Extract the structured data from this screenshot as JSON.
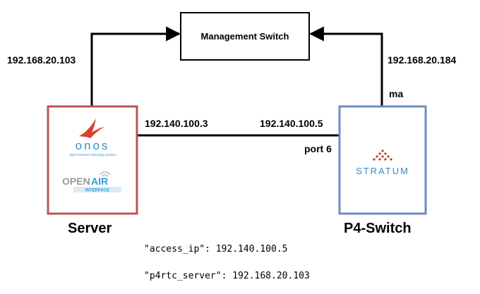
{
  "management_switch": {
    "label": "Management Switch"
  },
  "server": {
    "label": "Server",
    "mgmt_ip": "192.168.20.103",
    "data_ip": "192.140.100.3",
    "logos": {
      "onos": {
        "text": "onos",
        "subtext": "Open Network Operating System"
      },
      "openair": {
        "text_open": "OPEN",
        "text_air": "AIR",
        "subtext": "INTERFACE"
      }
    }
  },
  "p4_switch": {
    "label": "P4-Switch",
    "mgmt_ip": "192.168.20.184",
    "mgmt_port": "ma",
    "data_ip": "192.140.100.5",
    "data_port": "port 6",
    "logo": {
      "text": "STRATUM"
    }
  },
  "config": {
    "access_ip": "\"access_ip\": 192.140.100.5",
    "p4rtc_server": "\"p4rtc_server\": 192.168.20.103"
  },
  "colors": {
    "server_border": "#b85450",
    "switch_border": "#6c8ebf",
    "onos_blue": "#3a8fc7",
    "onos_red": "#d9412a",
    "stratum_blue": "#2f8fd0",
    "stratum_red": "#c0392b"
  }
}
